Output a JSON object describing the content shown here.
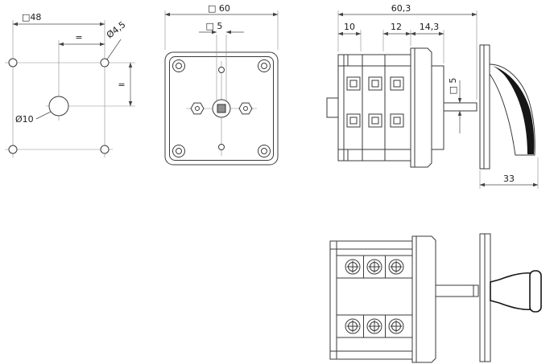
{
  "drawing": {
    "colors": {
      "ink": "#3a3a3a",
      "handle_fill": "#161616"
    },
    "views": {
      "mounting_plan": {
        "dim_square_48": "□48",
        "dim_equal_top": "=",
        "dim_hole_small": "Ø4,5",
        "dim_equal_right": "=",
        "dim_hole_center": "Ø10"
      },
      "front_view": {
        "dim_square_60": "□ 60",
        "dim_square_5": "□ 5"
      },
      "side_view": {
        "dim_total_depth": "60,3",
        "dim_seg_10": "10",
        "dim_seg_12": "12",
        "dim_seg_14_3": "14,3",
        "dim_shaft_5": "□ 5",
        "dim_handle_33": "33"
      }
    }
  }
}
